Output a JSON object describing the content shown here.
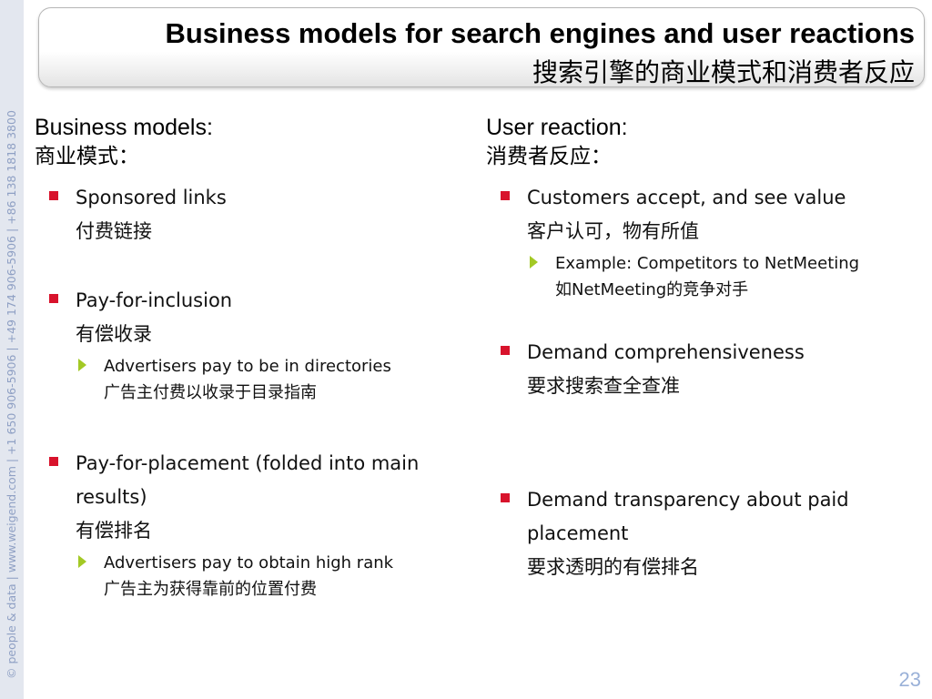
{
  "sidebar": {
    "copyright": "© people & data | www.weigend.com | +1 650 906-5906 | +49 174 906-5906 | +86 138 1818 3800"
  },
  "title": {
    "en": "Business models for search engines and user reactions",
    "zh": "搜索引擎的商业模式和消费者反应"
  },
  "left": {
    "heading": "Business models:",
    "heading_zh": "商业模式：",
    "items": [
      {
        "text": "Sponsored links",
        "zh": "付费链接"
      },
      {
        "text": "Pay-for-inclusion",
        "zh": "有偿收录",
        "sub": {
          "text": "Advertisers pay to be in directories",
          "zh": "广告主付费以收录于目录指南"
        }
      },
      {
        "text": "Pay-for-placement (folded into main results)",
        "zh": "有偿排名",
        "sub": {
          "text": "Advertisers pay to obtain high rank",
          "zh": "广告主为获得靠前的位置付费"
        }
      }
    ]
  },
  "right": {
    "heading": "User reaction:",
    "heading_zh": "消费者反应：",
    "items": [
      {
        "text": "Customers accept, and see value",
        "zh": "客户认可，物有所值",
        "sub": {
          "text": "Example: Competitors to NetMeeting",
          "zh": "如NetMeeting的竞争对手"
        }
      },
      {
        "text": "Demand comprehensiveness",
        "zh": "要求搜索查全查准"
      },
      {
        "text": "Demand transparency about paid placement",
        "zh": "要求透明的有偿排名"
      }
    ]
  },
  "page_number": "23",
  "colors": {
    "bullet": "#d8132c",
    "arrow": "#a3c925",
    "page_number": "#9ab1d8",
    "sidebar_text": "#8fa0c4"
  }
}
